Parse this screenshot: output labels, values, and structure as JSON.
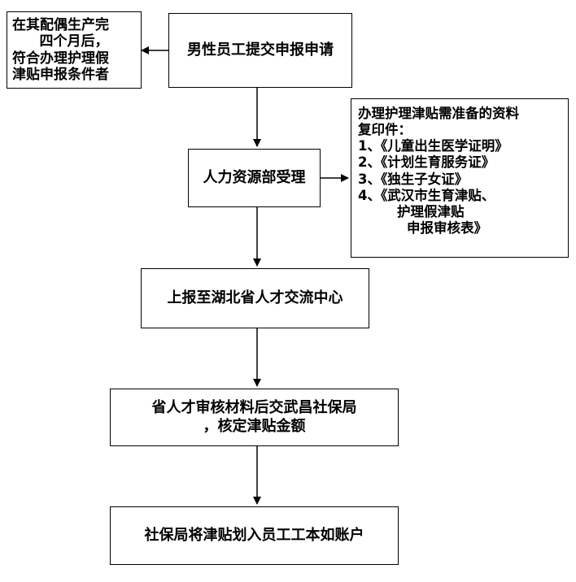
{
  "eligibility_note": {
    "lines": [
      "在其配偶生产完",
      "四个月后，",
      "符合办理护理假",
      "津贴申报条件者"
    ]
  },
  "steps": {
    "step1": "男性员工提交申报申请",
    "step2": "人力资源部受理",
    "step3": "上报至湖北省人才交流中心",
    "step4_line1": "省人才审核材料后交武昌社保局",
    "step4_line2": "，核定津贴金额",
    "step5": "社保局将津贴划入员工工本如账户"
  },
  "documents_note": {
    "title_line1": "办理护理津贴需准备的资料",
    "title_line2": "复印件：",
    "items": [
      "1、《儿童出生医学证明》",
      "2、《计划生育服务证》",
      "3、《独生子女证》",
      "4、《武汉市生育津贴、",
      "护理假津贴",
      "申报审核表》"
    ]
  }
}
